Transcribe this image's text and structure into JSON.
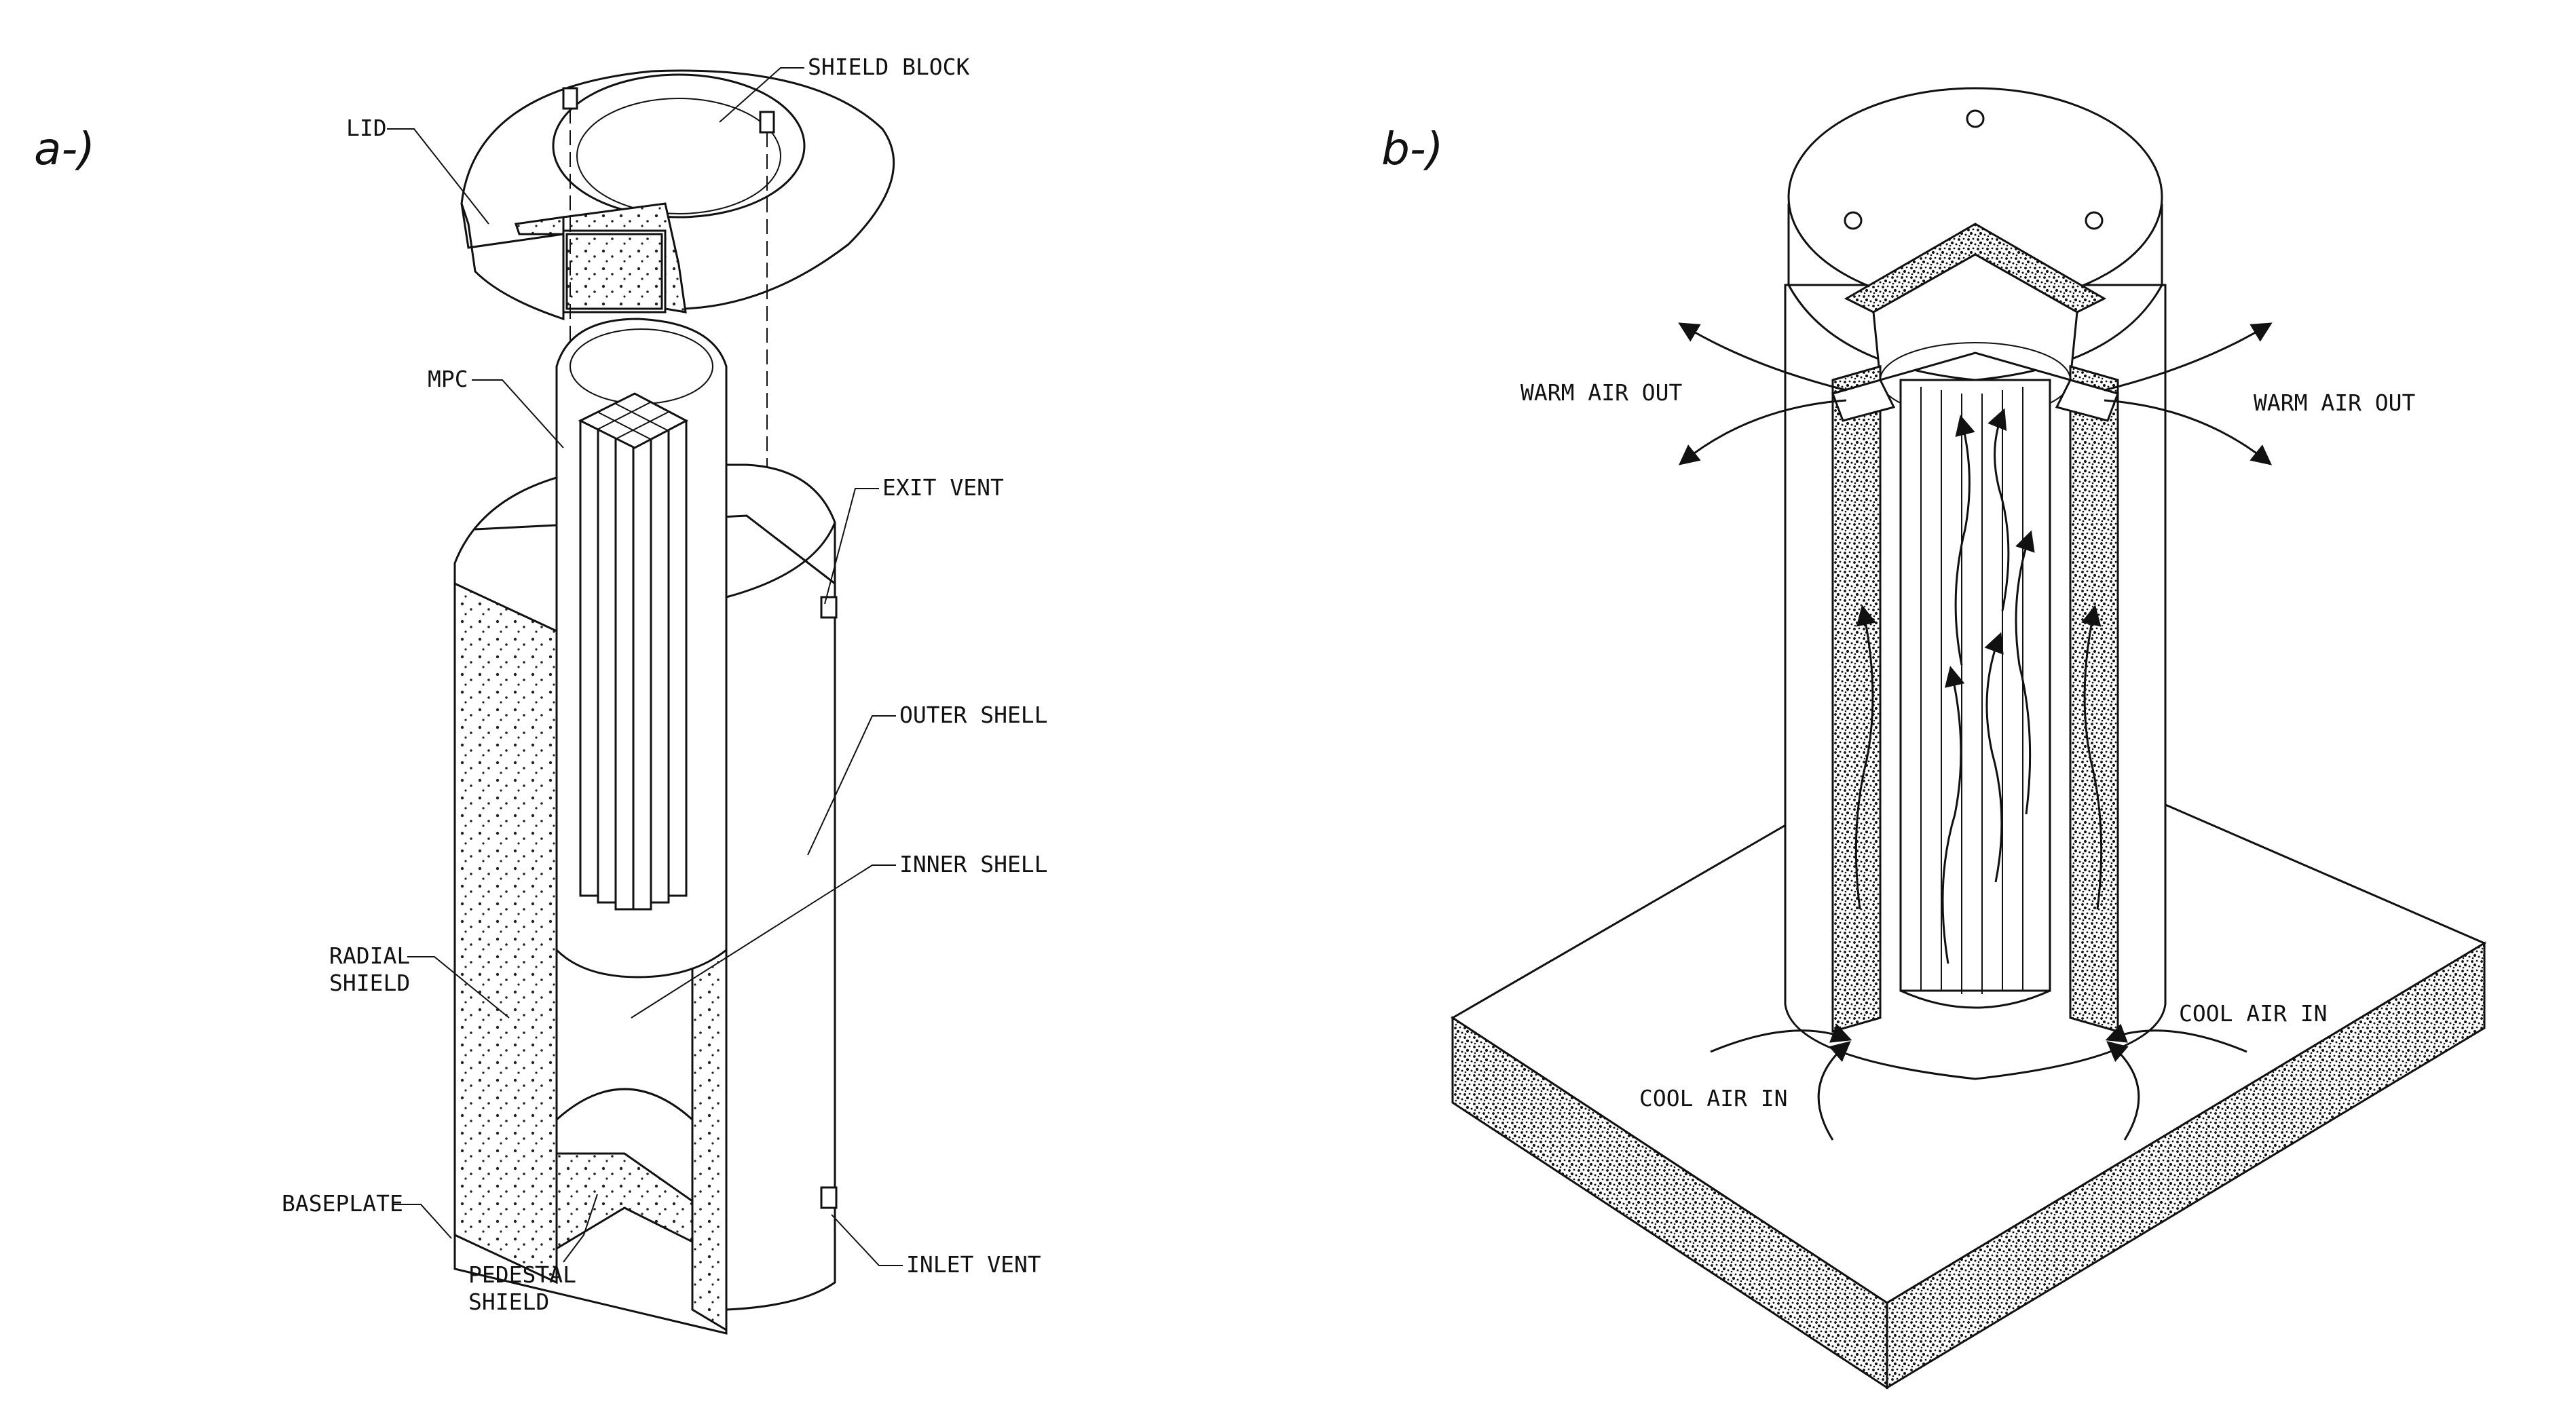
{
  "panels": {
    "a": {
      "tag": "a-)",
      "labels": {
        "shield_block": "SHIELD BLOCK",
        "lid": "LID",
        "mpc": "MPC",
        "exit_vent": "EXIT VENT",
        "outer_shell": "OUTER SHELL",
        "inner_shell": "INNER SHELL",
        "radial_shield_1": "RADIAL",
        "radial_shield_2": "SHIELD",
        "baseplate": "BASEPLATE",
        "pedestal_shield_1": "PEDESTAL",
        "pedestal_shield_2": "SHIELD",
        "inlet_vent": "INLET VENT"
      }
    },
    "b": {
      "tag": "b-)",
      "labels": {
        "warm_air_out_left": "WARM AIR OUT",
        "warm_air_out_right": "WARM AIR OUT",
        "cool_air_in_left": "COOL AIR IN",
        "cool_air_in_right": "COOL AIR IN"
      }
    }
  },
  "colors": {
    "line": "#111111",
    "background": "#ffffff"
  }
}
